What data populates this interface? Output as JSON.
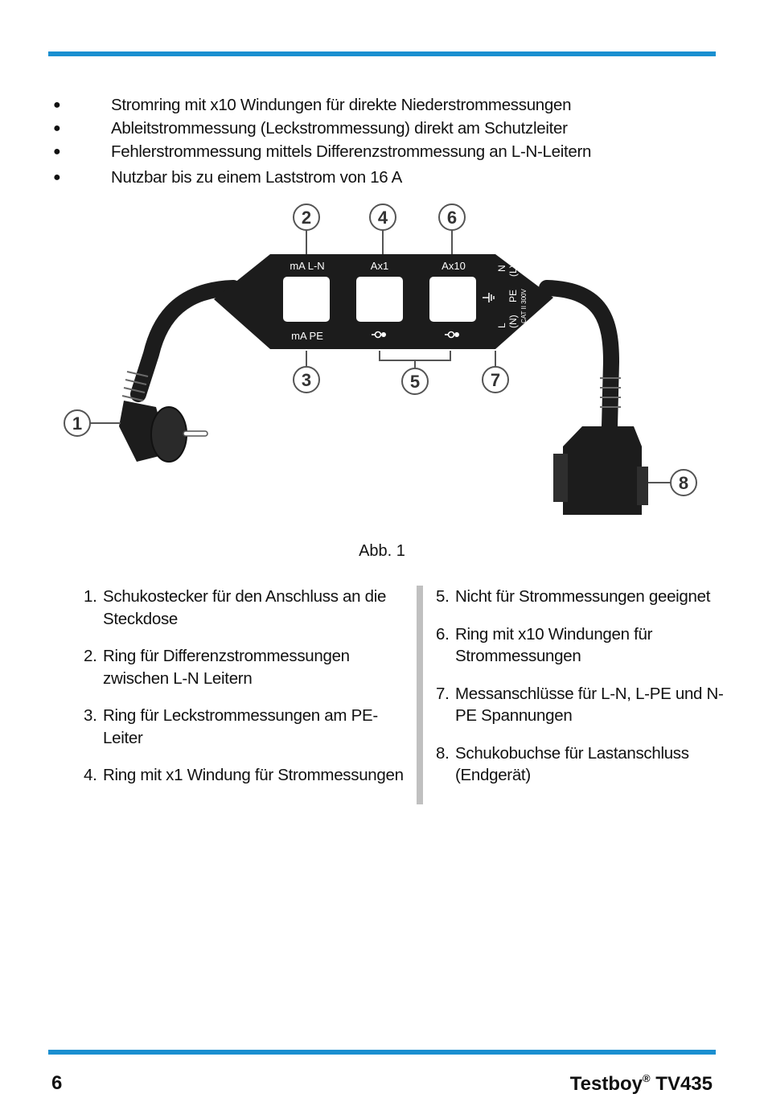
{
  "bullets": [
    "Stromring mit x10 Windungen für direkte Niederstrommessungen",
    "Ableitstrommessung (Leckstrommessung) direkt am Schutzleiter",
    "Fehlerstrommessung mittels Differenzstrommessung an L-N-Leitern",
    "Nutzbar bis zu einem Laststrom von 16 A"
  ],
  "figure": {
    "callouts": [
      "1",
      "2",
      "3",
      "4",
      "5",
      "6",
      "7",
      "8"
    ],
    "labels": {
      "ma_ln": "mA L-N",
      "ax1": "Ax1",
      "ax10": "Ax10",
      "ma_pe": "mA PE",
      "term_n": "N",
      "term_l_paren": "(L)",
      "term_pe": "PE",
      "term_l": "L",
      "term_n_paren": "(N)",
      "cat": "CAT II 300V"
    },
    "caption": "Abb. 1"
  },
  "legend": {
    "left": [
      {
        "num": "1.",
        "text": "Schukostecker für den Anschluss an die Steckdose"
      },
      {
        "num": "2.",
        "text": "Ring für Differenzstrommessungen zwischen L-N Leitern"
      },
      {
        "num": "3.",
        "text": "Ring für Leckstrommessungen am PE-Leiter"
      },
      {
        "num": "4.",
        "text": "Ring mit x1 Windung für Strommessungen"
      }
    ],
    "right": [
      {
        "num": "5.",
        "text": "Nicht für Strommessungen geeignet"
      },
      {
        "num": "6.",
        "text": "Ring mit x10 Windungen für Strommessungen"
      },
      {
        "num": "7.",
        "text": "Messanschlüsse für L-N, L-PE und N-PE Spannungen"
      },
      {
        "num": "8.",
        "text": "Schukobuchse für Lastanschluss (Endgerät)"
      }
    ]
  },
  "footer": {
    "page_number": "6",
    "brand": "Testboy",
    "brand_mark": "®",
    "model": "TV435"
  },
  "colors": {
    "accent_rule": "#1a8fd0",
    "divider": "#c0c0c0",
    "device_body": "#1c1c1c"
  }
}
